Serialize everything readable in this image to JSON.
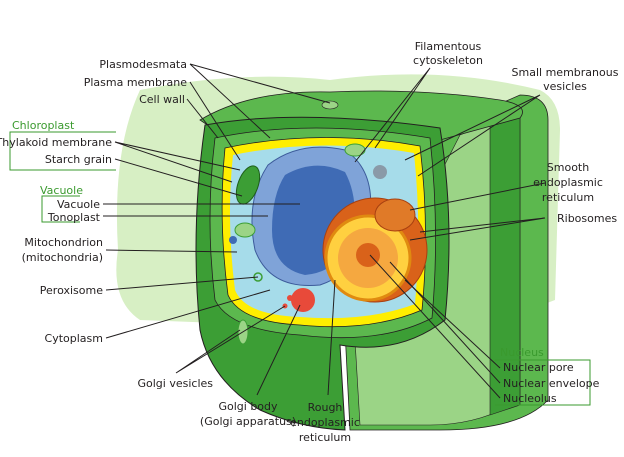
{
  "colors": {
    "heading": "#3a9a2e",
    "wall_dark": "#3c9e35",
    "wall_mid": "#5cb84e",
    "backdrop": "#d7efc4",
    "membrane": "#ffee00",
    "cytoplasm": "#a6dcea",
    "vacuole": "#4a78c0",
    "nucleus": "#f0a030"
  },
  "labels": {
    "plasmodesmata": "Plasmodesmata",
    "plasma_membrane": "Plasma membrane",
    "cell_wall": "Cell wall",
    "chloroplast_heading": "Chloroplast",
    "thylakoid": "Thylakoid membrane",
    "starch": "Starch grain",
    "vacuole_heading": "Vacuole",
    "vacuole": "Vacuole",
    "tonoplast": "Tonoplast",
    "mitochondrion": [
      "Mitochondrion",
      "(mitochondria)"
    ],
    "peroxisome": "Peroxisome",
    "cytoplasm": "Cytoplasm",
    "golgi_vesicles": "Golgi vesicles",
    "golgi_body": [
      "Golgi body",
      "(Golgi apparatus)"
    ],
    "rough_er": [
      "Rough",
      "endoplasmic",
      "reticulum"
    ],
    "cytoskeleton": [
      "Filamentous",
      "cytoskeleton"
    ],
    "small_vesicles": [
      "Small membranous",
      "vesicles"
    ],
    "smooth_er": [
      "Smooth",
      "endoplasmic",
      "reticulum"
    ],
    "ribosomes": "Ribosomes",
    "nucleus_heading": "Nucleus",
    "nuclear_pore": "Nuclear pore",
    "nuclear_envelope": "Nuclear envelope",
    "nucleolus": "Nucleolus"
  }
}
